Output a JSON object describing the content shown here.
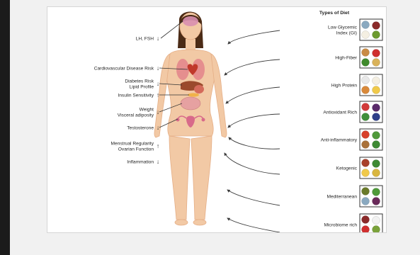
{
  "colors": {
    "skin": "#f2c9a5",
    "skin_shadow": "#e5ae86",
    "hair": "#4b2b16",
    "arrow": "#3a3a3a",
    "box_border": "#333333"
  },
  "effects": [
    {
      "dir": "↓",
      "lines": [
        "LH, FSH"
      ]
    },
    {
      "dir": "↓",
      "lines": [
        "Cardiovascular Disease Risk"
      ]
    },
    {
      "dir": "↓",
      "lines": [
        "Diabetes Risk",
        "Lipid Profile"
      ]
    },
    {
      "dir": "↑",
      "lines": [
        "Insulin Sensitivity"
      ]
    },
    {
      "dir": "↓",
      "lines": [
        "Weight",
        "Visceral adiposity"
      ]
    },
    {
      "dir": "↓",
      "lines": [
        "Testosterone"
      ]
    },
    {
      "dir": "↑",
      "lines": [
        "Menstrual Regularity",
        "Ovarian Function"
      ]
    },
    {
      "dir": "↓",
      "lines": [
        "Inflammation"
      ]
    }
  ],
  "diet_header": "Types of Diet",
  "diets": [
    {
      "lines": [
        "Low Glycemic",
        "Index (GI)"
      ],
      "icons": [
        "fish-icon",
        "beans-icon",
        "egg-icon",
        "avocado-icon"
      ]
    },
    {
      "lines": [
        "High-Fiber"
      ],
      "icons": [
        "bread-icon",
        "apple-icon",
        "cucumber-icon",
        "grain-icon"
      ]
    },
    {
      "lines": [
        "High Protein"
      ],
      "icons": [
        "milk-icon",
        "egg-icon",
        "chicken-icon",
        "cheese-icon"
      ]
    },
    {
      "lines": [
        "Antioxidant Rich"
      ],
      "icons": [
        "strawberry-icon",
        "berries-icon",
        "greens-icon",
        "blueberry-icon"
      ]
    },
    {
      "lines": [
        "Anti-inflammatory"
      ],
      "icons": [
        "tomato-icon",
        "vegetables-icon",
        "nuts-icon",
        "broccoli-icon"
      ]
    },
    {
      "lines": [
        "Ketogenic"
      ],
      "icons": [
        "meat-icon",
        "broccoli-icon",
        "cheese-icon",
        "oil-icon"
      ]
    },
    {
      "lines": [
        "Mediterranean"
      ],
      "icons": [
        "olive-icon",
        "vegetables-icon",
        "fish-icon",
        "grapes-icon"
      ]
    },
    {
      "lines": [
        "Microbiome rich"
      ],
      "icons": [
        "beans-icon",
        "yogurt-icon",
        "apple-icon",
        "kiwi-icon"
      ]
    }
  ]
}
